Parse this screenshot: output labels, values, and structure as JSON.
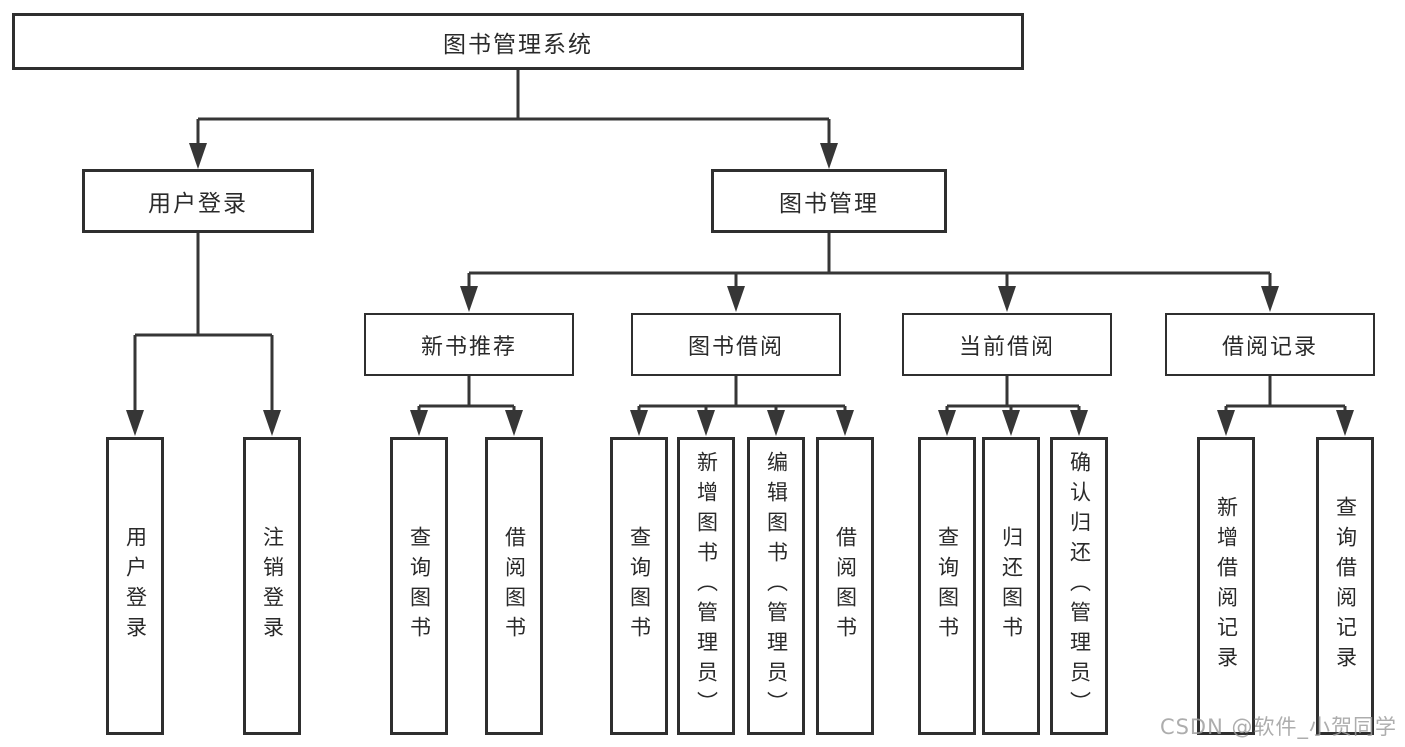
{
  "colors": {
    "line": "#363636",
    "border": "#2f2f2f",
    "text": "#2a2a2a",
    "watermark": "#9f9f9f"
  },
  "tree": {
    "title": "图书管理系统",
    "login": {
      "label": "用户登录",
      "children": [
        "用户登录",
        "注销登录"
      ]
    },
    "management": {
      "label": "图书管理",
      "groups": [
        {
          "label": "新书推荐",
          "children": [
            "查询图书",
            "借阅图书"
          ]
        },
        {
          "label": "图书借阅",
          "children": [
            "查询图书",
            "新增图书（管理员）",
            "编辑图书（管理员）",
            "借阅图书"
          ]
        },
        {
          "label": "当前借阅",
          "children": [
            "查询图书",
            "归还图书",
            "确认归还（管理员）"
          ]
        },
        {
          "label": "借阅记录",
          "children": [
            "新增借阅记录",
            "查询借阅记录"
          ]
        }
      ]
    }
  },
  "watermark": "CSDN @软件_小贺同学"
}
